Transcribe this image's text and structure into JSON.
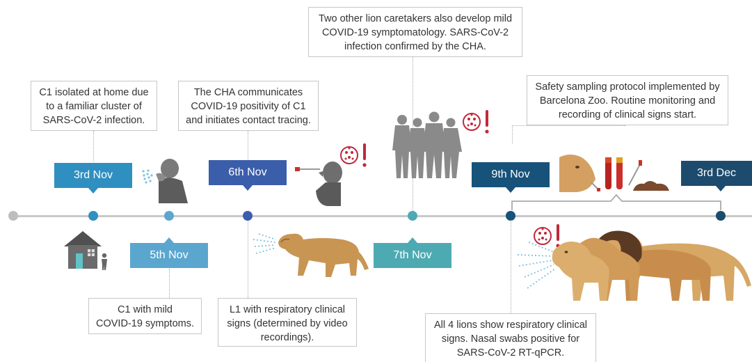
{
  "colors": {
    "axis": "#c9c9c9",
    "first": "#2f8fc0",
    "light_blue": "#5ba6cf",
    "indigo": "#3b5eab",
    "teal": "#4eaab2",
    "navy": "#17527a",
    "dark_navy": "#1d4b6e",
    "virus": "#c0293a"
  },
  "events": [
    {
      "id": "nov3",
      "date": "3rd Nov",
      "note": [
        "C1 isolated at home due",
        "to a familiar cluster of",
        "SARS-CoV-2 infection."
      ],
      "icon": "house-person-icon"
    },
    {
      "id": "nov5",
      "date": "5th Nov",
      "note": [
        "C1 with mild",
        "COVID-19 symptoms."
      ],
      "icon": "coughing-person-icon"
    },
    {
      "id": "nov6a",
      "date": "6th Nov",
      "note": [
        "The CHA communicates",
        "COVID-19 positivity of C1",
        "and initiates contact tracing."
      ],
      "icon": "nasal-swab-person-icon"
    },
    {
      "id": "nov6b",
      "date": "",
      "note": [
        "L1 with respiratory clinical",
        "signs (determined by video",
        "recordings)."
      ],
      "icon": "sneezing-lioness-icon"
    },
    {
      "id": "nov7",
      "date": "7th Nov",
      "note": [
        "Two other lion caretakers also develop mild",
        "COVID-19 symptomatology. SARS-CoV-2",
        "infection confirmed by the CHA."
      ],
      "icon": "caretakers-group-icon"
    },
    {
      "id": "nov9",
      "date": "9th Nov",
      "note": [
        "All 4 lions show respiratory clinical",
        "signs. Nasal swabs positive for",
        "SARS-CoV-2 RT-qPCR."
      ],
      "icon": "lion-pride-icon"
    },
    {
      "id": "dec3",
      "date": "3rd Dec",
      "note": [
        "Safety sampling protocol implemented by",
        "Barcelona Zoo. Routine monitoring and",
        "recording of clinical signs start."
      ],
      "icon": "sampling-tubes-icon"
    }
  ]
}
